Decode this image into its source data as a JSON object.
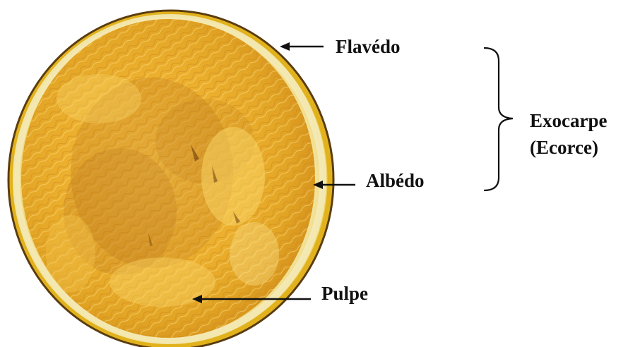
{
  "labels": {
    "flavedo": "Flavédo",
    "albedo": "Albédo",
    "pulpe": "Pulpe",
    "exocarpe": "Exocarpe",
    "ecorce": "(Ecorce)"
  },
  "image": {
    "subject": "cross-section-half-citrus-fruit",
    "colors": {
      "rind_outline": "#5a3c10",
      "flavedo": "#e2b21c",
      "albedo": "#f3e6a4",
      "pulp": "#ecb02e",
      "pulp_dark": "#b8741a",
      "pulp_light": "#f8d364"
    }
  },
  "annotations": {
    "arrow_color": "#111111",
    "brace_color": "#111111"
  }
}
